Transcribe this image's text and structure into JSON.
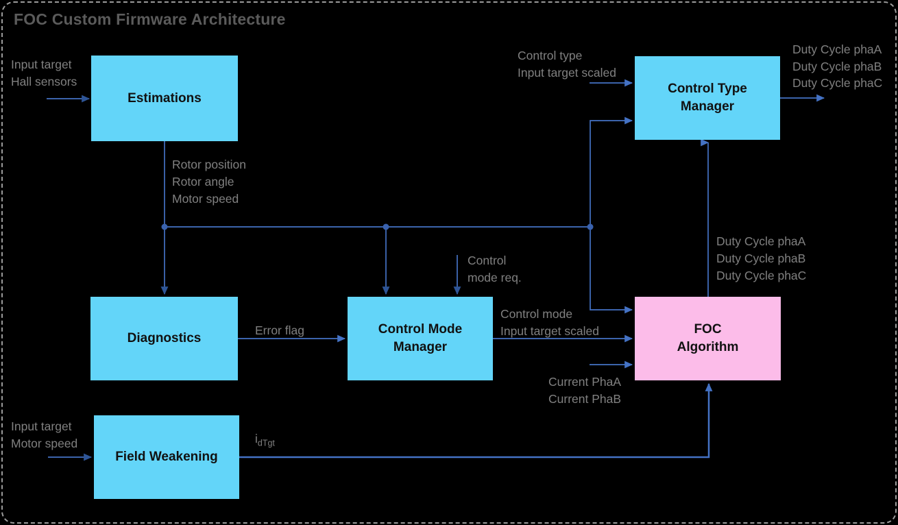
{
  "title": "FOC Custom Firmware Architecture",
  "blocks": {
    "estimations": {
      "l1": "Estimations"
    },
    "control_type_manager": {
      "l1": "Control Type",
      "l2": "Manager"
    },
    "diagnostics": {
      "l1": "Diagnostics"
    },
    "control_mode_manager": {
      "l1": "Control Mode",
      "l2": "Manager"
    },
    "foc_algorithm": {
      "l1": "FOC",
      "l2": "Algorithm"
    },
    "field_weakening": {
      "l1": "Field Weakening"
    }
  },
  "annotations": {
    "est_in": {
      "l1": "Input target",
      "l2": "Hall sensors"
    },
    "rotor": {
      "l1": "Rotor position",
      "l2": "Rotor angle",
      "l3": "Motor speed"
    },
    "ctm_in": {
      "l1": "Control type",
      "l2": "Input target scaled"
    },
    "duty_out": {
      "l1": "Duty Cycle phaA",
      "l2": "Duty Cycle phaB",
      "l3": "Duty Cycle phaC"
    },
    "duty_mid": {
      "l1": "Duty Cycle phaA",
      "l2": "Duty Cycle phaB",
      "l3": "Duty Cycle phaC"
    },
    "cmr": {
      "l1": "Control",
      "l2": "mode req."
    },
    "error_flag": {
      "l1": "Error flag"
    },
    "cm_scaled": {
      "l1": "Control mode",
      "l2": "Input target scaled"
    },
    "current": {
      "l1": "Current PhaA",
      "l2": "Current PhaB"
    },
    "fw_in": {
      "l1": "Input target",
      "l2": "Motor speed"
    },
    "idtgt": {
      "base": "i",
      "sub": "dTgt"
    }
  },
  "colors": {
    "background": "#000000",
    "border_dots": "#9c9c9c",
    "block_cyan": "#63d5f9",
    "block_pink": "#fcbce9",
    "block_text": "#111111",
    "connector_blue": "#4472c4",
    "arrow_dark": "#2e5597",
    "junction_dot": "#3a62ae",
    "label_gray": "#808080",
    "title_gray": "#5b5b5b"
  }
}
